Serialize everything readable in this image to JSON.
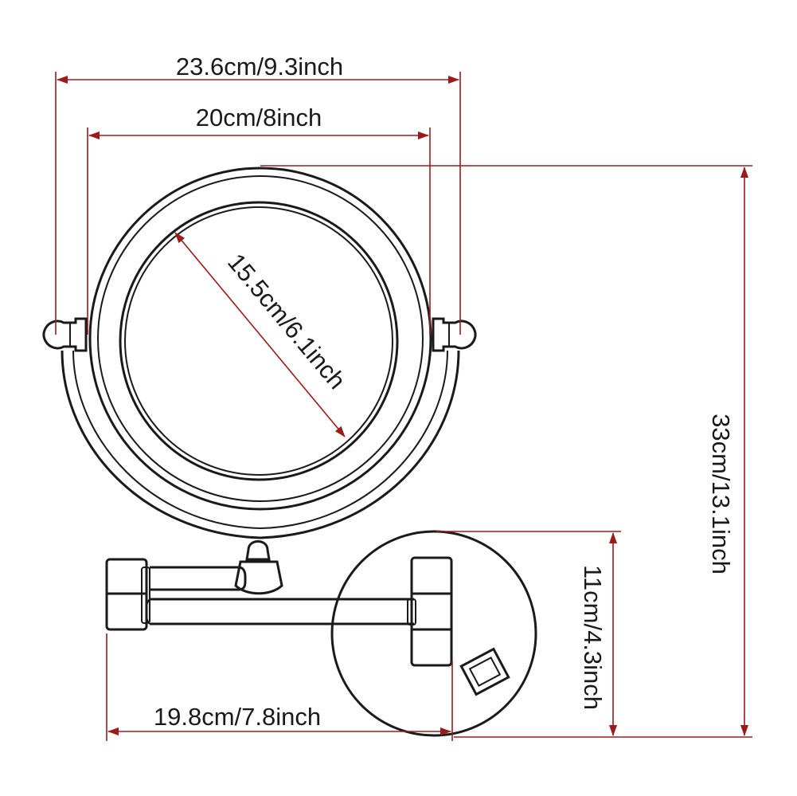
{
  "diagram": {
    "dimensions": {
      "overall_width": "23.6cm/9.3inch",
      "frame_width": "20cm/8inch",
      "mirror_diameter": "15.5cm/6.1inch",
      "overall_height": "33cm/13.1inch",
      "base_diameter": "11cm/4.3inch",
      "arm_extension": "19.8cm/7.8inch"
    },
    "colors": {
      "dimension_line": "#9b1b1b",
      "outline": "#1a1a1a",
      "background": "#ffffff"
    }
  }
}
